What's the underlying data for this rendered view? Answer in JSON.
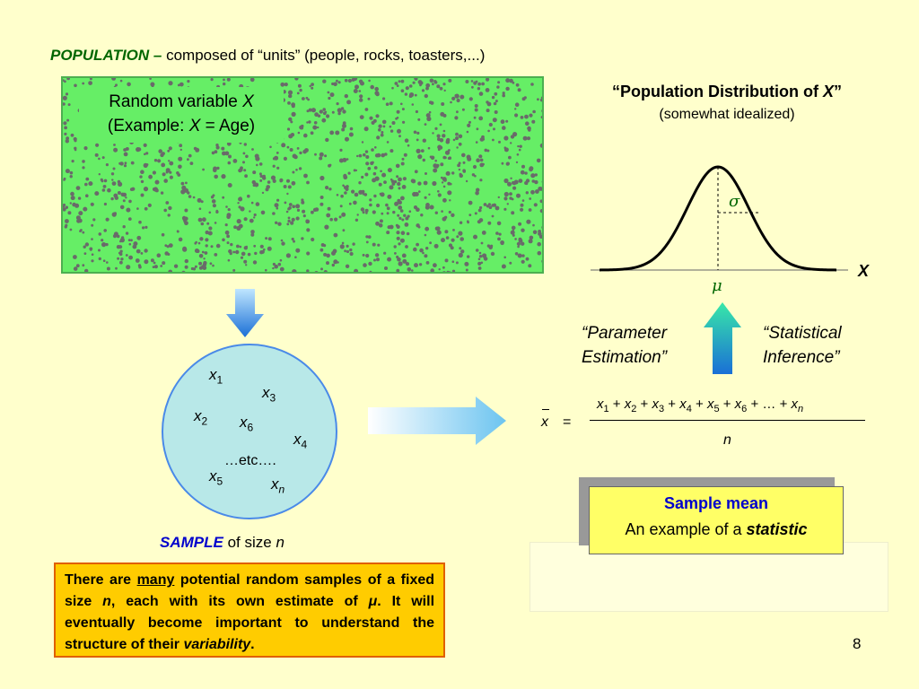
{
  "title": {
    "bold": "POPULATION –",
    "rest": " composed of “units” (people, rocks, toasters,...)"
  },
  "population_box": {
    "label_line1_pre": "Random variable ",
    "label_var": "X",
    "label_line2_pre": "(Example:  ",
    "label_line2_var": "X",
    "label_line2_post": " = Age)"
  },
  "distribution": {
    "title_pre": "“Population Distribution of ",
    "title_var": "X",
    "title_post": "”",
    "subtitle": "(somewhat idealized)",
    "sigma": "σ",
    "mu": "μ",
    "axis": "X"
  },
  "estimation": {
    "left_line1": "“Parameter",
    "left_line2": "Estimation”",
    "right_line1": "“Statistical",
    "right_line2": "Inference”"
  },
  "sample": {
    "items": [
      {
        "base": "x",
        "sub": "1"
      },
      {
        "base": "x",
        "sub": "3"
      },
      {
        "base": "x",
        "sub": "2"
      },
      {
        "base": "x",
        "sub": "6"
      },
      {
        "base": "x",
        "sub": "4"
      },
      {
        "base": "x",
        "sub": "5"
      },
      {
        "base": "x",
        "sub": "n"
      }
    ],
    "etc": "…etc….",
    "label_word": "SAMPLE",
    "label_mid": "  of size ",
    "label_var": "n"
  },
  "formula": {
    "terms": [
      {
        "base": "x",
        "sub": "1"
      },
      {
        "base": "x",
        "sub": "2"
      },
      {
        "base": "x",
        "sub": "3"
      },
      {
        "base": "x",
        "sub": "4"
      },
      {
        "base": "x",
        "sub": "5"
      },
      {
        "base": "x",
        "sub": "6"
      }
    ],
    "ellipsis": "…",
    "last": {
      "base": "x",
      "sub": "n"
    },
    "denominator": "n",
    "lhs": "x",
    "eq": "="
  },
  "sample_mean_box": {
    "title": "Sample mean",
    "text_pre": "An example of a ",
    "text_em": "statistic"
  },
  "note": {
    "p1": "There are ",
    "u": "many",
    "p2": " potential random samples of a fixed size ",
    "n": "n",
    "p3": ", each with its own estimate of ",
    "mu": "μ",
    "p4": ".  It will eventually become important to understand the structure of their ",
    "var": "variability",
    "p5": "."
  },
  "page_number": "8",
  "colors": {
    "background": "#ffffcc",
    "population": "#66ee66",
    "dots": "#666666",
    "sample_circle": "#b8e8e8",
    "accent_blue": "#0000cc",
    "note_bg": "#ffcc00"
  }
}
